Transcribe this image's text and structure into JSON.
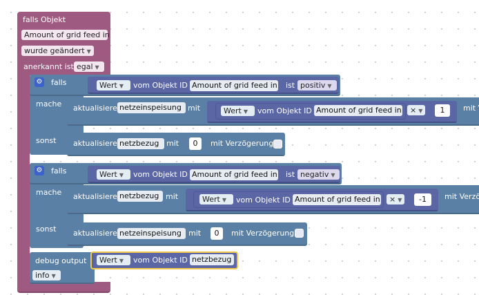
{
  "colors": {
    "event_block": "#9e5a80",
    "event_block_dark": "#7f4566",
    "logic_block": "#5b80a5",
    "logic_block_dark": "#4a6a8a",
    "value_block": "#5b67a5",
    "value_block_dark": "#444f88",
    "math_block": "#5b67a5",
    "highlight_border": "#f2c94c"
  },
  "event": {
    "title": "falls Objekt",
    "object_name": "Amount of grid feed in",
    "change_mode": "wurde geändert",
    "ack_label": "anerkannt ist",
    "ack_value": "egal"
  },
  "if1": {
    "if_label": "falls",
    "do_label": "mache",
    "else_label": "sonst",
    "condition": {
      "mode": "Wert",
      "from_label": "vom Objekt ID",
      "object": "Amount of grid feed in",
      "is_label": "ist",
      "state": "positiv"
    },
    "do_action": {
      "label": "aktualisiere",
      "variable": "netzeinspeisung",
      "with_label": "mit",
      "value_mode": "Wert",
      "value_from": "vom Objekt ID",
      "value_object": "Amount of grid feed in",
      "operator": "×",
      "operand": "1",
      "tail_label": "mit V"
    },
    "else_action": {
      "label": "aktualisiere",
      "variable": "netzbezug",
      "with_label": "mit",
      "value": "0",
      "delay_label": "mit Verzögerung"
    }
  },
  "if2": {
    "if_label": "falls",
    "do_label": "mache",
    "else_label": "sonst",
    "condition": {
      "mode": "Wert",
      "from_label": "vom Objekt ID",
      "object": "Amount of grid feed in",
      "is_label": "ist",
      "state": "negativ"
    },
    "do_action": {
      "label": "aktualisiere",
      "variable": "netzbezug",
      "with_label": "mit",
      "value_mode": "Wert",
      "value_from": "vom Objekt ID",
      "value_object": "Amount of grid feed in",
      "operator": "×",
      "operand": "-1",
      "tail_label": "mit Verzö"
    },
    "else_action": {
      "label": "aktualisiere",
      "variable": "netzeinspeisung",
      "with_label": "mit",
      "value": "0",
      "delay_label": "mit Verzögerung"
    }
  },
  "debug": {
    "label": "debug output",
    "mode": "Wert",
    "from_label": "vom Objekt ID",
    "object": "netzbezug",
    "level": "info"
  },
  "icons": {
    "gear": "gear-icon",
    "dropdown": "dropdown-arrow-icon"
  }
}
